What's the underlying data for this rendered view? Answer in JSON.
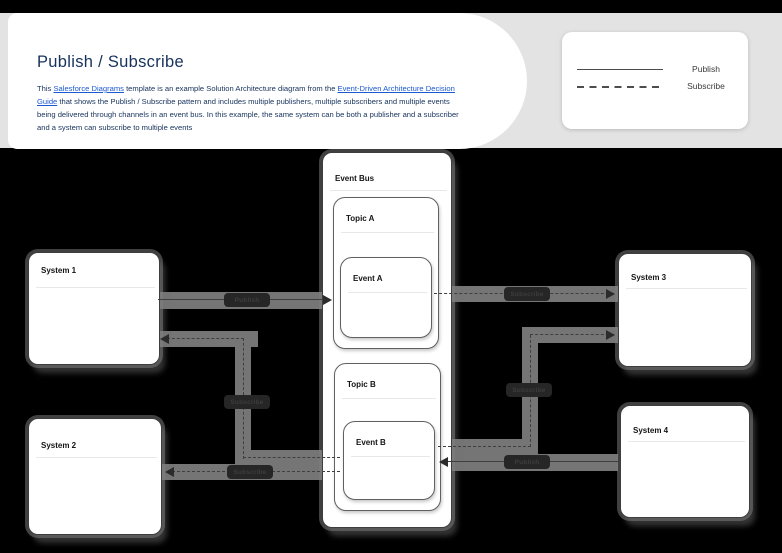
{
  "header": {
    "title": "Publish / Subscribe",
    "description": {
      "l1a": "This ",
      "l1_link1": "Salesforce Diagrams",
      "l1b": " template is an example Solution Architecture diagram from the ",
      "l1_link2": "Event-Driven Architecture Decision",
      "l2_link": "Guide",
      "l2b": " that shows the Publish / Subscribe pattern and includes multiple publishers, multiple subscribers and multiple events",
      "l3": "being delivered through channels in an event bus. In this example, the same system can be both a publisher and a subscriber",
      "l4": "and a system can subscribe to multiple events"
    }
  },
  "legend": {
    "items": [
      {
        "label": "Publish",
        "style": "solid"
      },
      {
        "label": "Subscribe",
        "style": "dashed"
      }
    ]
  },
  "diagram": {
    "nodes": {
      "event_bus": {
        "label": "Event Bus"
      },
      "topic_a": {
        "label": "Topic A"
      },
      "event_a": {
        "label": "Event A"
      },
      "topic_b": {
        "label": "Topic B"
      },
      "event_b": {
        "label": "Event B"
      },
      "system_1": {
        "label": "System 1"
      },
      "system_2": {
        "label": "System 2"
      },
      "system_3": {
        "label": "System 3"
      },
      "system_4": {
        "label": "System 4"
      }
    },
    "connectors": [
      {
        "label": "Publish",
        "from": "System 1",
        "to": "Event A",
        "style": "solid"
      },
      {
        "label": "Subscribe",
        "from": "Event B",
        "to": "System 1",
        "style": "dashed"
      },
      {
        "label": "Subscribe",
        "from": "Event B",
        "to": "System 2",
        "style": "dashed"
      },
      {
        "label": "Subscribe",
        "from": "Event A",
        "to": "System 3",
        "style": "dashed"
      },
      {
        "label": "Subscribe",
        "from": "Event B",
        "to": "System 3",
        "style": "dashed"
      },
      {
        "label": "Publish",
        "from": "System 4",
        "to": "Event B",
        "style": "solid"
      }
    ],
    "colors": {
      "background": "#000000",
      "top_strip": "#e3e3e3",
      "connector_band": "#757575",
      "title_text": "#16325c",
      "link_text": "#1b59d0"
    }
  }
}
